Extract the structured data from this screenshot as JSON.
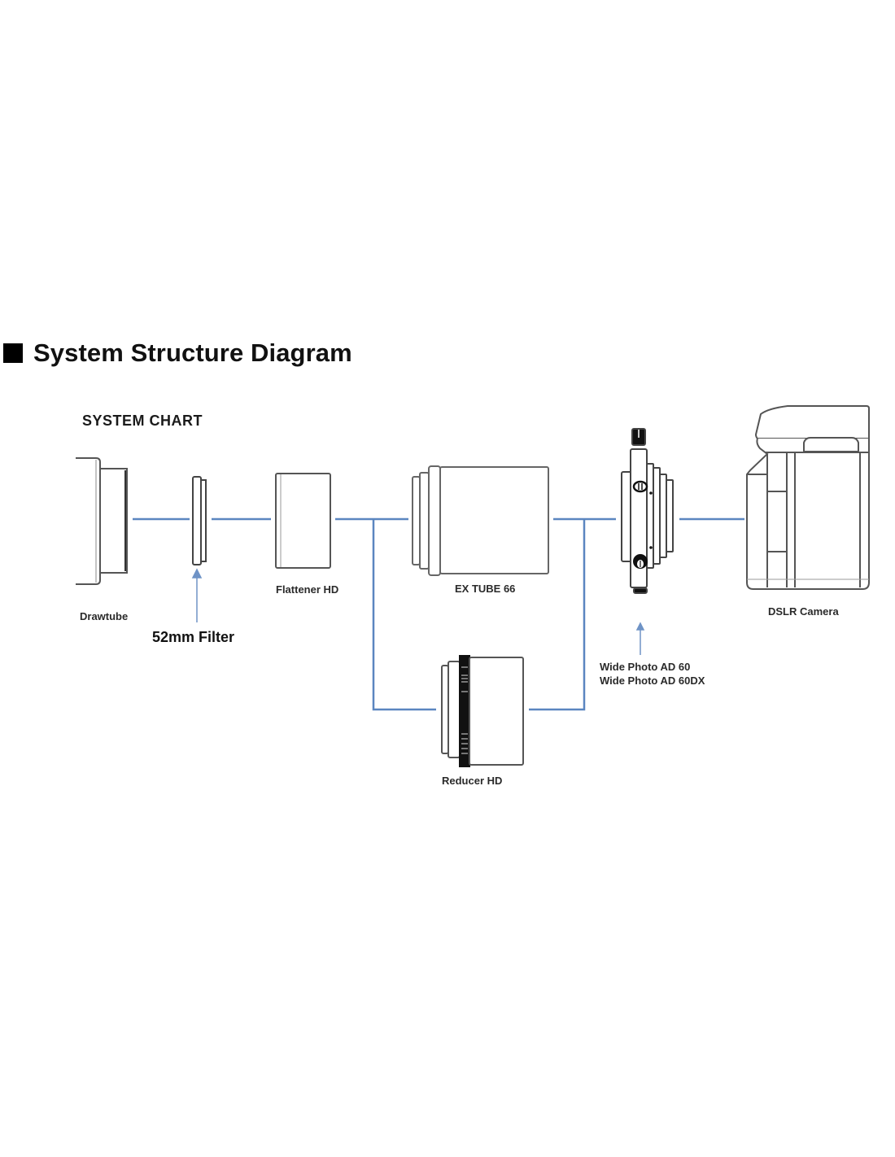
{
  "heading": {
    "title": "System Structure Diagram",
    "bullet_icon": "black-square-icon"
  },
  "chart": {
    "title": "SYSTEM CHART",
    "connector_color": "#5b86c0",
    "components": [
      {
        "id": "drawtube",
        "label": "Drawtube"
      },
      {
        "id": "filter",
        "label": "52mm Filter"
      },
      {
        "id": "flattener",
        "label": "Flattener HD"
      },
      {
        "id": "extube",
        "label": "EX TUBE 66"
      },
      {
        "id": "reducer",
        "label": "Reducer HD"
      },
      {
        "id": "widephoto",
        "label_line1": "Wide Photo AD 60",
        "label_line2": "Wide Photo AD 60DX"
      },
      {
        "id": "camera",
        "label": "DSLR Camera"
      }
    ],
    "paths": [
      "Drawtube → 52mm Filter → Flattener HD → EX TUBE 66 → Wide Photo AD 60 / 60DX → DSLR Camera",
      "Drawtube → 52mm Filter → Flattener HD → Reducer HD → Wide Photo AD 60 / 60DX → DSLR Camera"
    ]
  }
}
